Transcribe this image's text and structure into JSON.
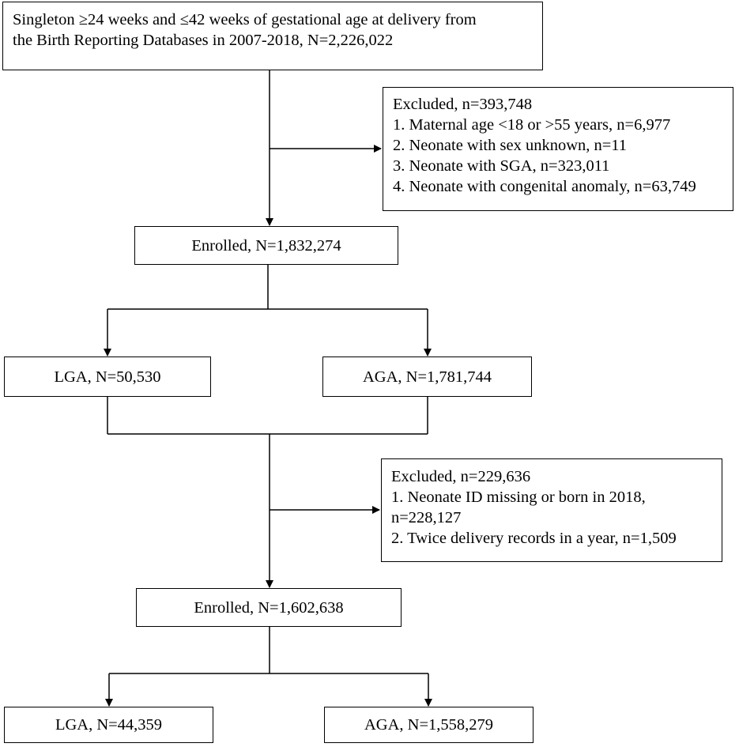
{
  "flow": {
    "source": {
      "line1": "Singleton ≥24 weeks and ≤42 weeks of gestational age at delivery from",
      "line2": "the Birth Reporting Databases in 2007-2018, N=2,226,022"
    },
    "exclusion1": {
      "title": "Excluded, n=393,748",
      "items": [
        "1. Maternal age <18 or >55 years, n=6,977",
        "2. Neonate with sex unknown, n=11",
        "3. Neonate with SGA, n=323,011",
        "4. Neonate with congenital anomaly, n=63,749"
      ]
    },
    "enrolled1": "Enrolled, N=1,832,274",
    "lga1": "LGA, N=50,530",
    "aga1": "AGA, N=1,781,744",
    "exclusion2": {
      "title": "Excluded, n=229,636",
      "items": [
        "1. Neonate ID missing or born in 2018,",
        "n=228,127",
        "2. Twice delivery records in a year, n=1,509"
      ]
    },
    "enrolled2": "Enrolled, N=1,602,638",
    "lga2": "LGA, N=44,359",
    "aga2": "AGA, N=1,558,279"
  }
}
